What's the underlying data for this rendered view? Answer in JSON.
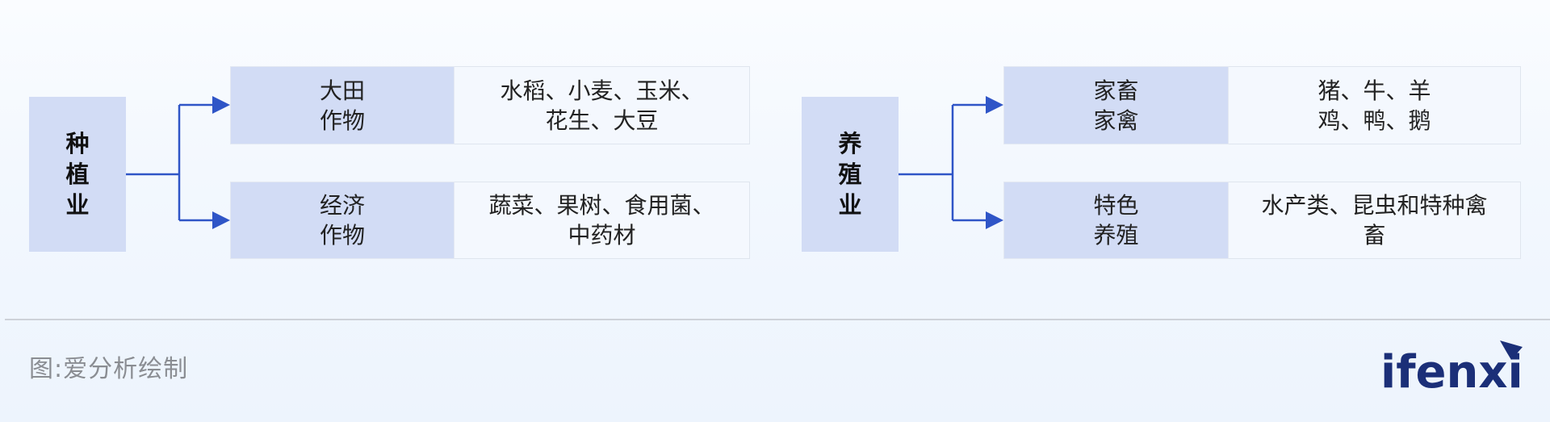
{
  "groups": [
    {
      "category": [
        "种",
        "植",
        "业"
      ],
      "items": [
        {
          "label": [
            "大田",
            "作物"
          ],
          "detail": [
            "水稻、小麦、玉米、",
            "花生、大豆"
          ]
        },
        {
          "label": [
            "经济",
            "作物"
          ],
          "detail": [
            "蔬菜、果树、食用菌、",
            "中药材"
          ]
        }
      ]
    },
    {
      "category": [
        "养",
        "殖",
        "业"
      ],
      "items": [
        {
          "label": [
            "家畜",
            "家禽"
          ],
          "detail": [
            "猪、牛、羊",
            "鸡、鸭、鹅"
          ]
        },
        {
          "label": [
            "特色",
            "养殖"
          ],
          "detail": [
            "水产类、昆虫和特种禽",
            "畜"
          ]
        }
      ]
    }
  ],
  "caption": "图:爱分析绘制",
  "logo_text": "ifenxi",
  "colors": {
    "accent": "#2f55c7",
    "box": "#d2dcf5",
    "logo": "#1b2f78"
  }
}
